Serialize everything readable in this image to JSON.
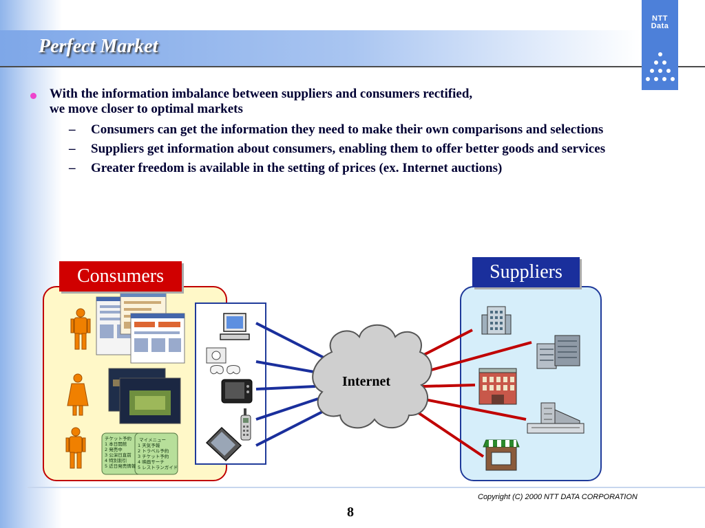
{
  "slide": {
    "title": "Perfect Market",
    "page_number": "8",
    "copyright": "Copyright (C) 2000 NTT DATA CORPORATION"
  },
  "logo": {
    "line1": "NTT",
    "line2": "Data"
  },
  "bullets": {
    "main_line1": "With the information imbalance between suppliers and consumers rectified,",
    "main_line2": "we move closer to optimal markets",
    "sub_dash": "–",
    "subs": [
      "Consumers can get the information they need to make their own comparisons and selections",
      "Suppliers get information about consumers, enabling them to offer better goods and services",
      "Greater freedom is available in the setting of prices (ex. Internet auctions)"
    ]
  },
  "diagram": {
    "consumers_label": "Consumers",
    "suppliers_label": "Suppliers",
    "internet_label": "Internet"
  },
  "phone_screens": {
    "left": [
      "チケット予約",
      "1 本日開館",
      "2 発売中",
      "3 公演日直前",
      "4 特別割引",
      "5 近日発売情報"
    ],
    "right": [
      "マイメニュー",
      "1 天気予報",
      "2 トラベル予約",
      "3 チケット予約",
      "4 映画サーチ",
      "5 レストランガイド"
    ]
  },
  "colors": {
    "consumers_red": "#d00000",
    "suppliers_blue": "#1a2f9c",
    "consumer_line": "#1a2f9c",
    "supplier_line": "#c00000",
    "bullet_dot": "#ee44cc",
    "title_bar": "#7ea7e8"
  }
}
